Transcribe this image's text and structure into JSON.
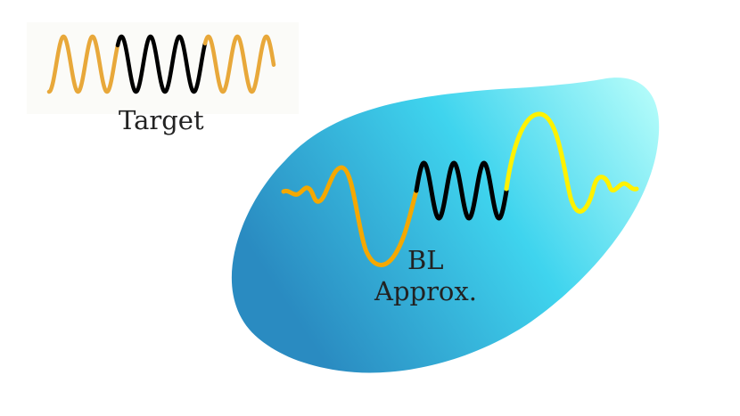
{
  "labels": {
    "target": "Target",
    "bl_line1": "BL",
    "bl_line2": "Approx."
  },
  "colors": {
    "signal_orange": "#E8A83A",
    "signal_black": "#000000",
    "approx_orange": "#F5A800",
    "approx_yellow": "#FFF200",
    "blob_dark": "#2A8BC1",
    "blob_mid": "#3FD4EE",
    "blob_light": "#B4FCFA",
    "target_panel": "#FBFBF8"
  }
}
